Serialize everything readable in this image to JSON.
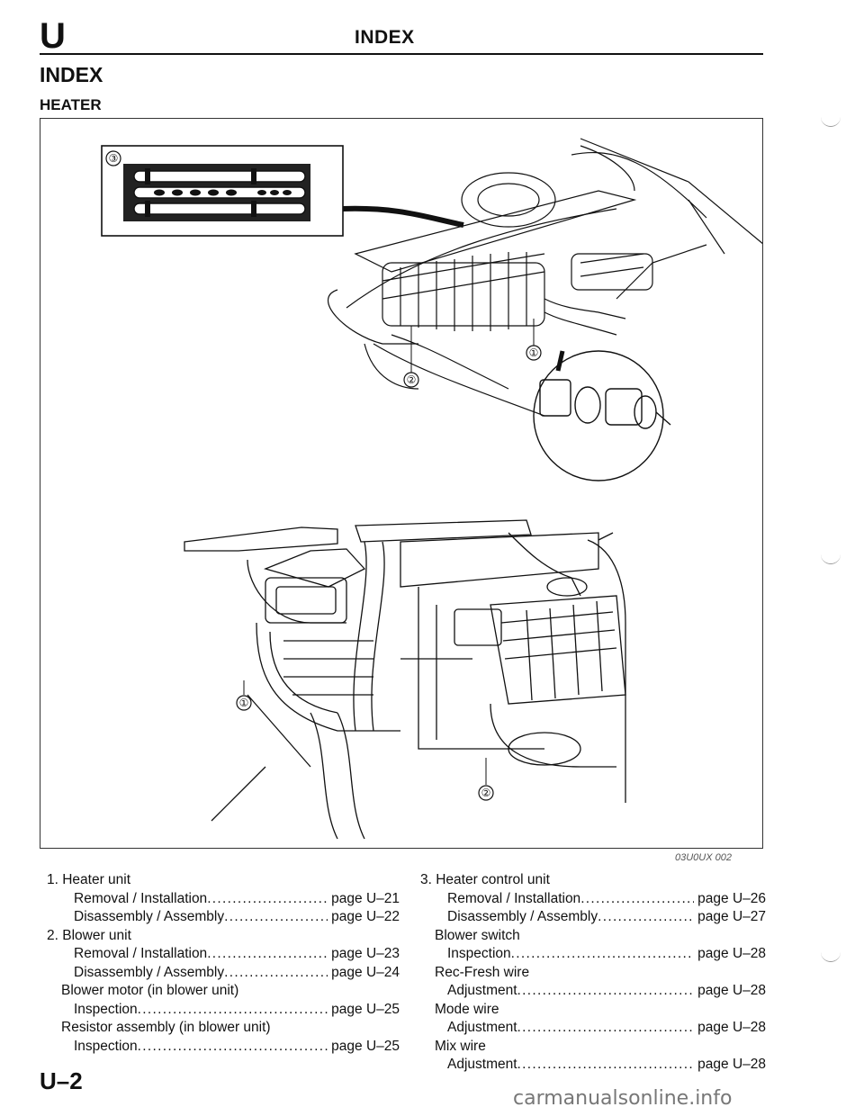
{
  "header": {
    "section_letter": "U",
    "title": "INDEX"
  },
  "page_heading": "INDEX",
  "sub_heading": "HEATER",
  "figure": {
    "code": "03U0UX 002",
    "callouts": {
      "top_inset": "③",
      "top_one": "①",
      "top_two": "②",
      "bottom_one": "①",
      "bottom_two": "②"
    }
  },
  "index_left": [
    {
      "level": 1,
      "text": "1. Heater unit",
      "page": ""
    },
    {
      "level": 3,
      "text": "Removal / Installation",
      "page": "page U–21"
    },
    {
      "level": 3,
      "text": "Disassembly / Assembly",
      "page": "page U–22"
    },
    {
      "level": 1,
      "text": "2. Blower unit",
      "page": ""
    },
    {
      "level": 3,
      "text": "Removal / Installation",
      "page": "page U–23"
    },
    {
      "level": 3,
      "text": "Disassembly / Assembly",
      "page": "page U–24"
    },
    {
      "level": 2,
      "text": "Blower motor (in blower unit)",
      "page": ""
    },
    {
      "level": 3,
      "text": "Inspection",
      "page": "page U–25"
    },
    {
      "level": 2,
      "text": "Resistor assembly (in blower unit)",
      "page": ""
    },
    {
      "level": 3,
      "text": "Inspection",
      "page": "page U–25"
    }
  ],
  "index_right": [
    {
      "level": 1,
      "text": "3. Heater control unit",
      "page": ""
    },
    {
      "level": 3,
      "text": "Removal / Installation",
      "page": "page U–26"
    },
    {
      "level": 3,
      "text": "Disassembly / Assembly",
      "page": "page U–27"
    },
    {
      "level": 2,
      "text": "Blower switch",
      "page": ""
    },
    {
      "level": 3,
      "text": "Inspection",
      "page": "page U–28"
    },
    {
      "level": 2,
      "text": "Rec-Fresh wire",
      "page": ""
    },
    {
      "level": 3,
      "text": "Adjustment",
      "page": "page U–28"
    },
    {
      "level": 2,
      "text": "Mode wire",
      "page": ""
    },
    {
      "level": 3,
      "text": "Adjustment",
      "page": "page U–28"
    },
    {
      "level": 2,
      "text": "Mix wire",
      "page": ""
    },
    {
      "level": 3,
      "text": "Adjustment",
      "page": "page U–28"
    }
  ],
  "footer": {
    "page_number": "U–2",
    "watermark": "carmanualsonline.info"
  }
}
